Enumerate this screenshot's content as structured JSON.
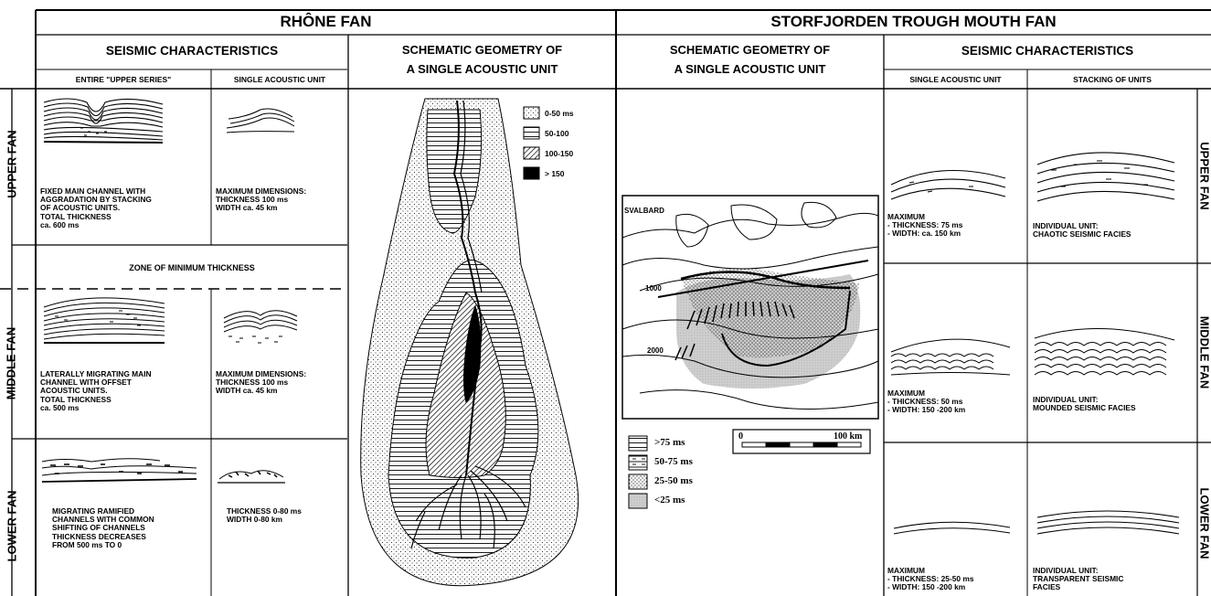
{
  "headers": {
    "rhone_fan": "RHÔNE FAN",
    "storfjorden_fan": "STORFJORDEN TROUGH MOUTH FAN",
    "rhone_seismic": "SEISMIC CHARACTERISTICS",
    "rhone_schematic_1": "SCHEMATIC GEOMETRY OF",
    "rhone_schematic_2": "A SINGLE ACOUSTIC UNIT",
    "storf_schematic_1": "SCHEMATIC GEOMETRY OF",
    "storf_schematic_2": "A SINGLE ACOUSTIC UNIT",
    "storf_seismic": "SEISMIC CHARACTERISTICS",
    "rhone_entire": "ENTIRE \"UPPER SERIES\"",
    "rhone_single": "SINGLE ACOUSTIC UNIT",
    "storf_single": "SINGLE ACOUSTIC UNIT",
    "storf_stacking": "STACKING OF UNITS"
  },
  "row_labels": {
    "left_upper": "UPPER FAN",
    "left_middle": "MIDDLE FAN",
    "left_lower": "LOWER FAN",
    "right_upper": "UPPER FAN",
    "right_middle": "MIDDLE FAN",
    "right_lower": "LOWER FAN"
  },
  "rhone_text": {
    "upper_entire": "FIXED MAIN CHANNEL WITH\nAGGRADATION BY STACKING\nOF ACOUSTIC UNITS.\nTOTAL THICKNESS\nca. 600 ms",
    "upper_single": "MAXIMUM DIMENSIONS:\nTHICKNESS 100 ms\nWIDTH ca. 45 km",
    "zone_min": "ZONE OF MINIMUM THICKNESS",
    "middle_entire": "LATERALLY MIGRATING MAIN\nCHANNEL WITH OFFSET\nACOUSTIC UNITS.\nTOTAL THICKNESS\nca. 500 ms",
    "middle_single": "MAXIMUM DIMENSIONS:\nTHICKNESS 100 ms\nWIDTH ca. 45 km",
    "lower_entire": "MIGRATING RAMIFIED\nCHANNELS WITH COMMON\nSHIFTING OF CHANNELS\nTHICKNESS DECREASES\nFROM 500 ms TO 0",
    "lower_single": "THICKNESS 0-80 ms\nWIDTH 0-80 km"
  },
  "rhone_legend": [
    "0-50 ms",
    "50-100",
    "100-150",
    "> 150"
  ],
  "storf_legend": [
    ">75 ms",
    "50-75 ms",
    "25-50 ms",
    "<25 ms"
  ],
  "map_labels": {
    "svalbard": "SVALBARD",
    "contour_1000": "1000",
    "contour_2000": "2000",
    "scale_start": "0",
    "scale_end": "100 km"
  },
  "storf_text": {
    "upper_single": "MAXIMUM\n  - THICKNESS: 75 ms\n  - WIDTH: ca. 150 km",
    "upper_stacking": "INDIVIDUAL UNIT:\n  CHAOTIC SEISMIC FACIES",
    "middle_single": "MAXIMUM\n  - THICKNESS: 50 ms\n  - WIDTH: 150 -200 km",
    "middle_stacking": "INDIVIDUAL UNIT:\n  MOUNDED SEISMIC FACIES",
    "lower_single": "MAXIMUM\n  - THICKNESS: 25-50 ms\n  - WIDTH: 150 -200 km",
    "lower_stacking": "INDIVIDUAL UNIT:\n  TRANSPARENT SEISMIC\n  FACIES"
  }
}
